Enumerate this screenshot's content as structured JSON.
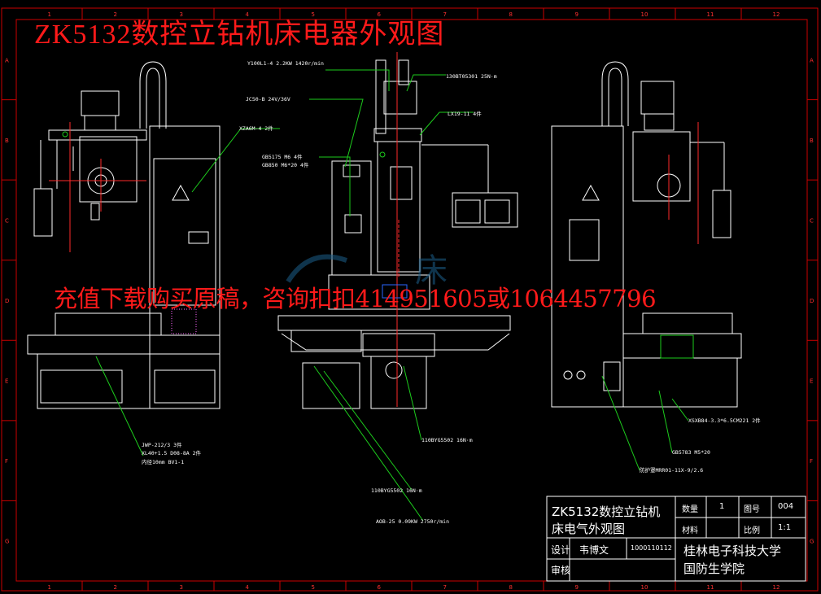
{
  "title": "ZK5132数控立钻机床电器外观图",
  "banner": "充值下载购买原稿，咨询扣扣414951605或1064457796",
  "watermark": "床",
  "ruler_top": [
    "1",
    "2",
    "3",
    "4",
    "5",
    "6",
    "7",
    "8",
    "9",
    "10",
    "11",
    "12"
  ],
  "ruler_side": [
    "A",
    "B",
    "C",
    "D",
    "E",
    "F",
    "G"
  ],
  "callouts": {
    "motor1": "Y100L1-4 2.2KW 1420r/min",
    "brake": "130BT05301 25N·m",
    "jc": "JC50-B 24V/36V",
    "lx": "LX19-11 4件",
    "xz": "XZA6M-4 2件",
    "gb1": "GB5175 M6 4件",
    "gb2": "GB850 M6*20 4件",
    "jwp": "JWP-212/3 3件",
    "cuk": "XL40+1.5 D08-8A 2件",
    "blx": "内径10mm BV1-1",
    "m110": "110BYG5502 16N·m",
    "m110b": "110BYG5502 16N·m",
    "aob": "AOB-25 0.09KW 2750r/min",
    "xxb": "XSXB84-3.3*6.5CM221 2件",
    "gb5783": "GB5783 M5*20",
    "fd": "防护罩MRR01-11X-9/2.6"
  },
  "title_block": {
    "name1": "ZK5132数控立钻机",
    "name2": "床电气外观图",
    "qty_label": "数量",
    "qty": "1",
    "drawing_no_label": "图号",
    "drawing_no": "004",
    "material_label": "材料",
    "scale_label": "比例",
    "scale": "1:1",
    "design_label": "设计",
    "designer": "韦博文",
    "student_id": "1000110112",
    "review_label": "审核",
    "school1": "桂林电子科技大学",
    "school2": "国防生学院"
  }
}
